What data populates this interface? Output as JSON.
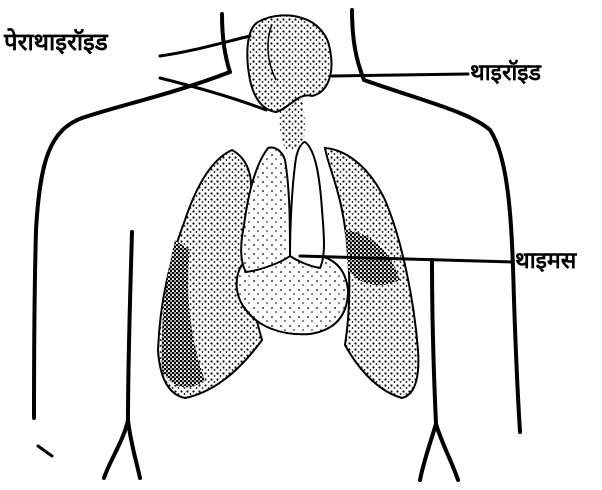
{
  "labels": {
    "parathyroid": "पेराथाइरॉइड",
    "thyroid": "थाइरॉइड",
    "thymus": "थाइमस"
  },
  "colors": {
    "ink": "#000000",
    "background": "#ffffff"
  }
}
